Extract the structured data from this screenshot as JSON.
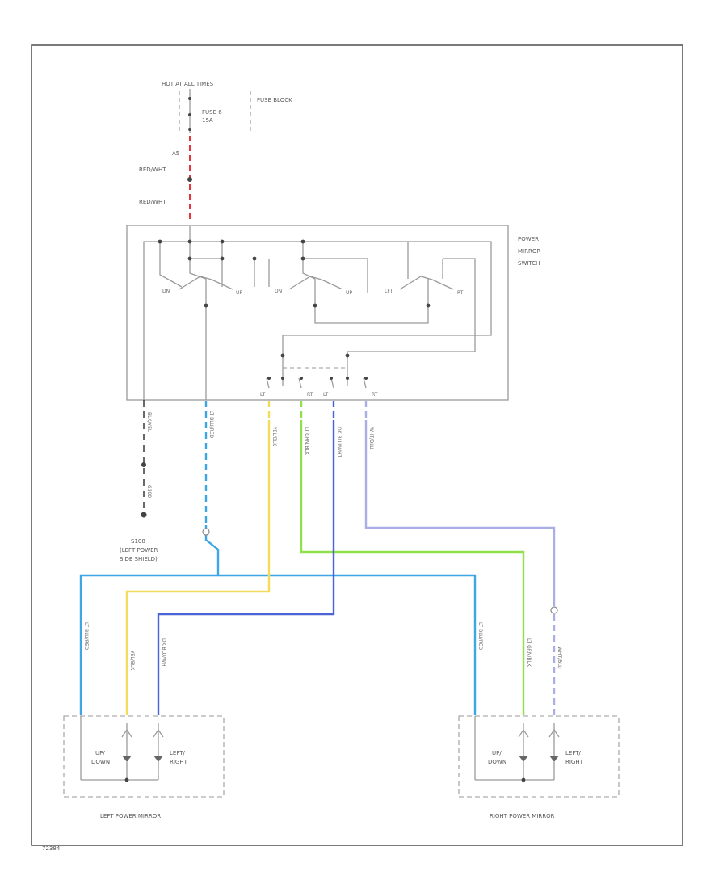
{
  "power_source": {
    "label": "HOT AT ALL TIMES",
    "fuse": "FUSE 6",
    "fuse_rating": "15A",
    "fuse_block": "FUSE BLOCK",
    "connector_top": "A5",
    "wire_1": "RED/WHT",
    "wire_2": "RED/WHT"
  },
  "switch": {
    "title_line1": "POWER",
    "title_line2": "MIRROR",
    "title_line3": "SWITCH",
    "contact_dn_1": "DN",
    "contact_up_1": "UP",
    "contact_dn_2": "DN",
    "contact_up_2": "UP",
    "contact_lft": "LFT",
    "contact_rt": "RT",
    "out_lt": "LT",
    "out_rt": "RT",
    "out_lt_2": "LT",
    "out_rt_2": "RT"
  },
  "wires": {
    "ground": "BLK/YEL",
    "lt_blue": "LT BLU/RED",
    "yellow": "YEL/BLK",
    "green": "LT GRN/BLK",
    "dk_blue": "DK BLU/WHT",
    "white": "WHT/BLU",
    "ground_ref": "G100"
  },
  "splice": {
    "id": "S108",
    "line2": "(LEFT POWER",
    "line3": "SIDE SHIELD)"
  },
  "left_mirror": {
    "title": "LEFT POWER MIRROR",
    "motor_updown_l1": "UP/",
    "motor_updown_l2": "DOWN",
    "motor_lr_l1": "LEFT/",
    "motor_lr_l2": "RIGHT",
    "wire_a": "LT BLU/RED",
    "wire_b": "YEL/BLK",
    "wire_c": "DK BLU/WHT"
  },
  "right_mirror": {
    "title": "RIGHT POWER MIRROR",
    "motor_updown_l1": "UP/",
    "motor_updown_l2": "DOWN",
    "motor_lr_l1": "LEFT/",
    "motor_lr_l2": "RIGHT",
    "wire_a": "LT BLU/RED",
    "wire_b": "LT GRN/BLK",
    "wire_c": "WHT/BLU"
  },
  "figure_id": "72384",
  "colors": {
    "red": "#e8333a",
    "lt_blue": "#3fa6e6",
    "yellow": "#f2dc5a",
    "green": "#8fe04a",
    "dk_blue": "#4a63d6",
    "lavender": "#a9aee6",
    "frame": "#5a5a5a"
  }
}
